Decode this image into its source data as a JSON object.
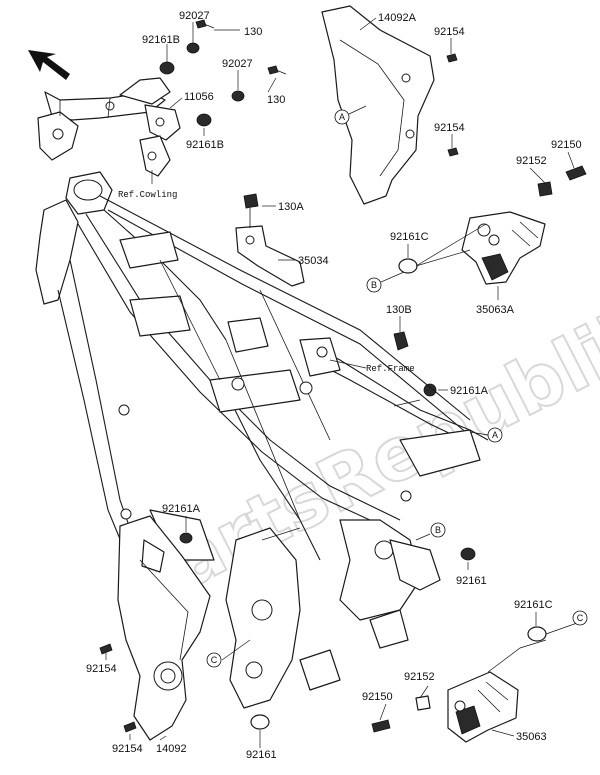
{
  "watermark": "PartsRepublik",
  "labels": {
    "p92027_top": "92027",
    "p130_top": "130",
    "p92161B_top": "92161B",
    "p92027_mid": "92027",
    "p11056": "11056",
    "p130_mid": "130",
    "p92161B_mid": "92161B",
    "ref_cowling": "Ref.Cowling",
    "p14092A": "14092A",
    "p92154_tr1": "92154",
    "p92154_tr2": "92154",
    "p92150_tr": "92150",
    "p92152_tr": "92152",
    "p130A": "130A",
    "p35034": "35034",
    "p92161C_r": "92161C",
    "p35063A": "35063A",
    "p130B": "130B",
    "ref_frame": "Ref.Frame",
    "p92161A_r": "92161A",
    "p92161A_l": "92161A",
    "p92161_r": "92161",
    "p92161C_br": "92161C",
    "p92152_br": "92152",
    "p92150_br": "92150",
    "p35063": "35063",
    "p92154_l1": "92154",
    "p92154_l2": "92154",
    "p14092": "14092",
    "p92161_b": "92161"
  },
  "callouts": {
    "a_top": "A",
    "a_right": "A",
    "b_right": "B",
    "b_mid": "B",
    "c_left": "C",
    "c_right": "C"
  }
}
